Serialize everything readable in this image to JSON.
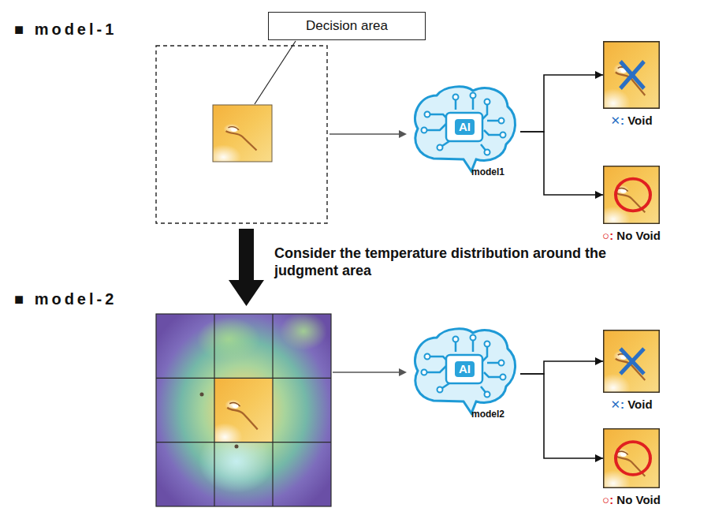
{
  "diagram": {
    "nodes": [
      {
        "text": [
          "Decision area"
        ]
      },
      {
        "text": [
          "AI",
          "model1"
        ]
      },
      {
        "text": [
          "✕: Void"
        ]
      },
      {
        "text": [
          "○: No Void"
        ]
      },
      {
        "text": [
          "AI",
          "model2"
        ]
      },
      {
        "text": [
          "✕: Void"
        ]
      },
      {
        "text": [
          "○: No Void"
        ]
      }
    ],
    "edges": [
      {
        "from": 1,
        "to": 2,
        "arrow": "to"
      },
      {
        "from": 1,
        "to": 3,
        "arrow": "to"
      },
      {
        "from": 4,
        "to": 5,
        "arrow": "to"
      },
      {
        "from": 4,
        "to": 6,
        "arrow": "to"
      }
    ],
    "labels": [
      "■ model-1",
      "■ model-2",
      "Consider the temperature distribution around the judgment area"
    ]
  }
}
